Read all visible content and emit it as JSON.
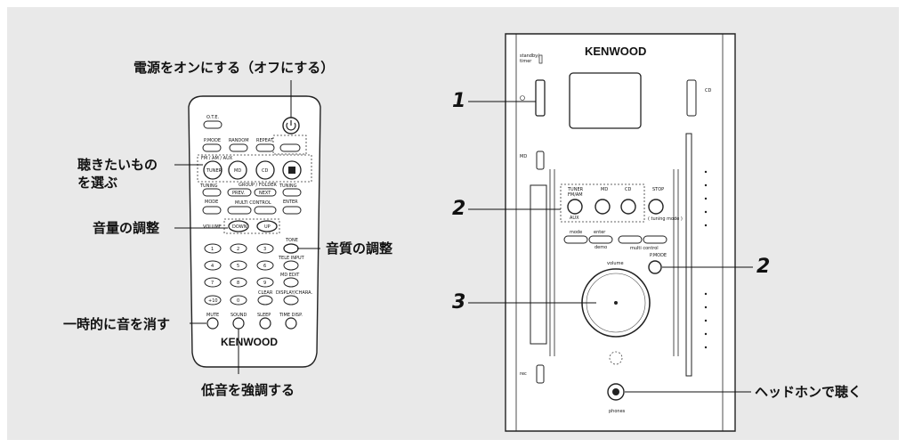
{
  "labels": {
    "power": "電源をオンにする（オフにする）",
    "select_line1": "聴きたいもの",
    "select_line2": "を選ぶ",
    "volume": "音量の調整",
    "tone": "音質の調整",
    "mute": "一時的に音を消す",
    "bass": "低音を強調する",
    "headphones": "ヘッドホンで聴く"
  },
  "callouts": {
    "one": "1",
    "two_a": "2",
    "two_b": "2",
    "three": "3"
  },
  "remote": {
    "brand": "KENWOOD",
    "otе": "O.T.E.",
    "pmode": "P.MODE",
    "random": "RANDOM",
    "repeat": "REPEAT",
    "fm_am_aux": "FM / AM / AUX",
    "tuner": "TUNER",
    "md": "MD",
    "cd": "CD",
    "stop": "STOP",
    "tuning_l": "TUNING",
    "tuning_r": "TUNING",
    "group_folder": "GROUP / FOLDER",
    "prev": "PREV.",
    "next": "NEXT",
    "mode": "MODE",
    "enter": "ENTER",
    "multi_control": "MULTI CONTROL",
    "volume": "VOLUME",
    "down": "DOWN",
    "up": "UP",
    "tone": "TONE",
    "keys": [
      "1",
      "2",
      "3",
      "4",
      "5",
      "6",
      "7",
      "8",
      "9",
      "+10",
      "0"
    ],
    "tele_input": "TELE INPUT",
    "md_edit": "MD EDIT",
    "clear": "CLEAR",
    "display": "DISPLAY/CHARA.",
    "mute": "MUTE",
    "sound": "SOUND",
    "sleep": "SLEEP",
    "time_disp": "TIME DISP."
  },
  "unit": {
    "brand": "KENWOOD",
    "standby": "standby/timer",
    "tuner": "TUNER",
    "fm_am": "FM/AM",
    "aux": "AUX",
    "md": "MD",
    "cd": "CD",
    "stop": "STOP",
    "tuning_mode": "( tuning mode )",
    "mode": "mode",
    "enter": "enter",
    "demo": "demo",
    "multi_control": "multi control",
    "pmode": "P.MODE",
    "volume": "volume",
    "phones": "phones",
    "md_label": "MD",
    "cd_label": "CD"
  }
}
